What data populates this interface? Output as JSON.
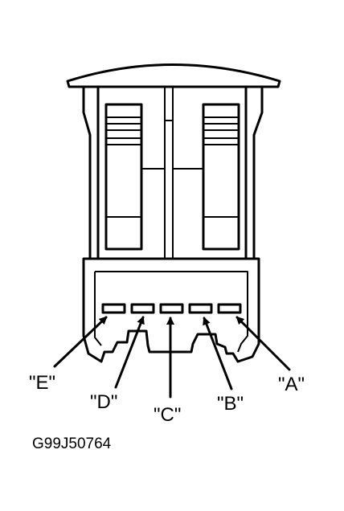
{
  "callouts": {
    "a": "\"A\"",
    "b": "\"B\"",
    "c": "\"C\"",
    "d": "\"D\"",
    "e": "\"E\""
  },
  "figure_id": "G99J50764"
}
